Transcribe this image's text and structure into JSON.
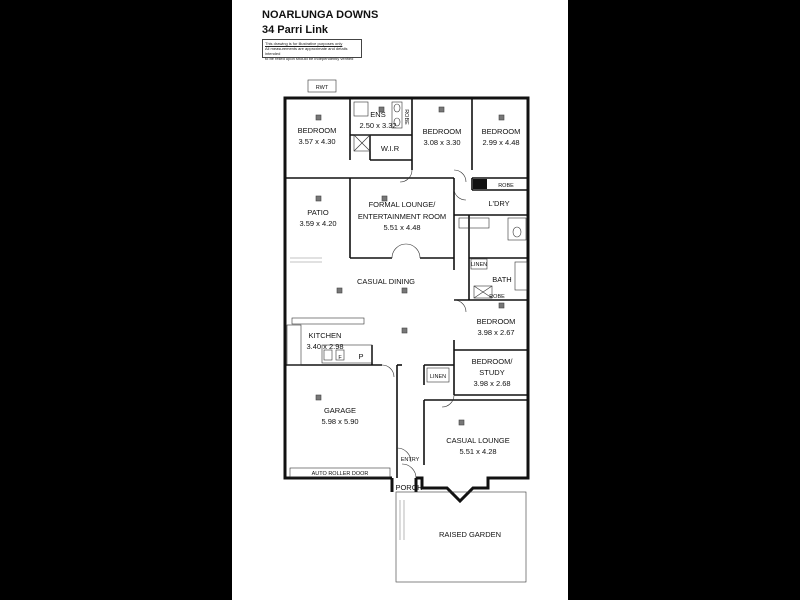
{
  "header": {
    "suburb": "NOARLUNGA DOWNS",
    "address": "34 Parri Link",
    "disclaimer_line1": "This drawing is for illustrative purposes only",
    "disclaimer_line2": "All measurements are approximate and details intended",
    "disclaimer_line3": "to be relied upon should be independently verified"
  },
  "labels": {
    "rwt": "RWT",
    "robe": "ROBE",
    "wir": "W.I.R",
    "laundry": "L'DRY",
    "linen": "LINEN",
    "bath": "BATH",
    "pantry": "P",
    "fridge": "F",
    "entry": "ENTRY",
    "porch": "PORCH",
    "auto_roller_door": "AUTO ROLLER DOOR",
    "raised_garden": "RAISED GARDEN",
    "casual_dining": "CASUAL DINING"
  },
  "rooms": {
    "bedroom_nw": {
      "name": "BEDROOM",
      "dims": "3.57 x 4.30"
    },
    "ensuite": {
      "name": "ENS",
      "dims": "2.50 x 3.32"
    },
    "bedroom_n": {
      "name": "BEDROOM",
      "dims": "3.08 x 3.30"
    },
    "bedroom_ne": {
      "name": "BEDROOM",
      "dims": "2.99 x 4.48"
    },
    "patio": {
      "name": "PATIO",
      "dims": "3.59 x 4.20"
    },
    "formal_lounge": {
      "name1": "FORMAL LOUNGE/",
      "name2": "ENTERTAINMENT ROOM",
      "dims": "5.51 x 4.48"
    },
    "kitchen": {
      "name": "KITCHEN",
      "dims": "3.40 x 2.98"
    },
    "bedroom_e": {
      "name": "BEDROOM",
      "dims": "3.98 x 2.67"
    },
    "bedroom_study": {
      "name1": "BEDROOM/",
      "name2": "STUDY",
      "dims": "3.98 x 2.68"
    },
    "garage": {
      "name": "GARAGE",
      "dims": "5.98 x 5.90"
    },
    "casual_lounge": {
      "name": "CASUAL LOUNGE",
      "dims": "5.51 x 4.28"
    }
  }
}
